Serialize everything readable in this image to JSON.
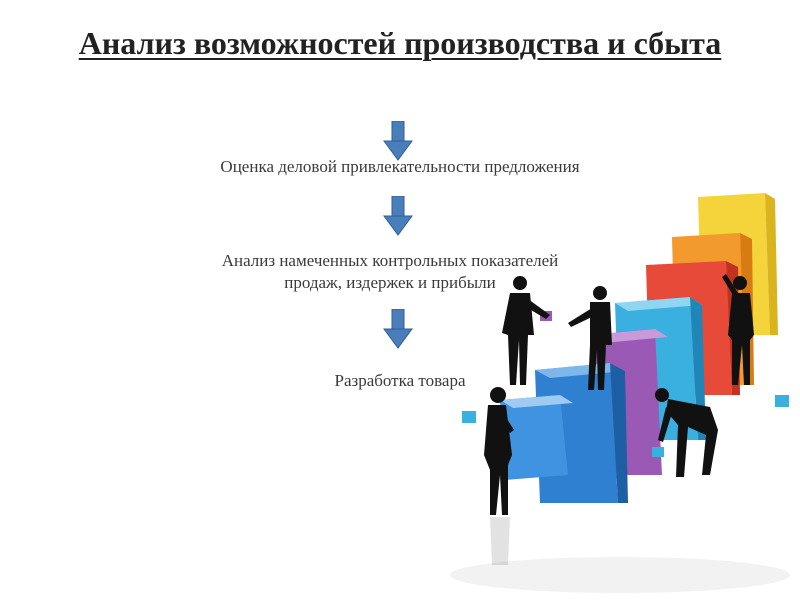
{
  "slide": {
    "title": "Анализ возможностей производства и сбыта",
    "steps": [
      {
        "text": "Оценка деловой привлекательности предложения"
      },
      {
        "text": "Анализ намеченных контрольных показателей",
        "text_line2": "продаж, издержек и прибыли"
      },
      {
        "text": "Разработка товара"
      }
    ],
    "colors": {
      "arrow": "#4a7ebb",
      "blocks": [
        "#f5d33a",
        "#f29a2e",
        "#e84a3a",
        "#3ab0e0",
        "#9b59b6",
        "#2f80d0"
      ],
      "silhouette": "#111111"
    },
    "illustration": "people-building-blocks-illustration"
  }
}
